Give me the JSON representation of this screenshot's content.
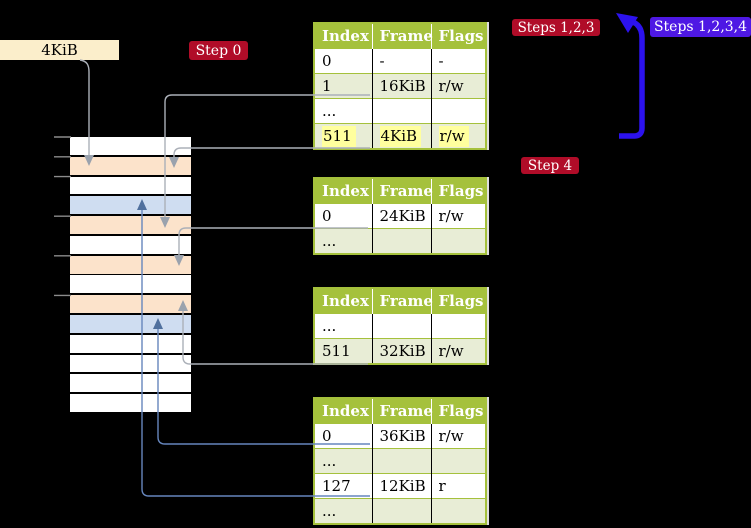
{
  "diagram": "page-table-translation",
  "background": "#000000",
  "frame_box": {
    "label": "4KiB"
  },
  "badges": {
    "step0": {
      "label": "Step 0",
      "color": "#b00c28"
    },
    "steps123": {
      "label": "Steps 1,2,3",
      "color": "#b00c28"
    },
    "steps1234": {
      "label": "Steps 1,2,3,4",
      "color": "#4e18e4"
    },
    "step4": {
      "label": "Step 4",
      "color": "#b00c28"
    }
  },
  "memory_stack": {
    "row_colors": [
      "white",
      "peach",
      "white",
      "blue",
      "peach",
      "white",
      "peach",
      "white",
      "peach",
      "blue",
      "white",
      "white",
      "white",
      "white"
    ],
    "palette": {
      "white": "#ffffff",
      "peach": "#fce3cb",
      "blue": "#cfddf1"
    }
  },
  "page_tables": [
    {
      "name": "table-top",
      "headers": [
        "Index",
        "Frame",
        "Flags"
      ],
      "rows": [
        {
          "cells": [
            "0",
            "-",
            "-"
          ]
        },
        {
          "cells": [
            "1",
            "16KiB",
            "r/w"
          ],
          "connector": "gray"
        },
        {
          "cells": [
            "...",
            "",
            ""
          ]
        },
        {
          "cells": [
            "511",
            "4KiB",
            "r/w"
          ],
          "connector": "gray",
          "highlight": true
        }
      ]
    },
    {
      "name": "table-second",
      "headers": [
        "Index",
        "Frame",
        "Flags"
      ],
      "rows": [
        {
          "cells": [
            "0",
            "24KiB",
            "r/w"
          ],
          "connector": "gray"
        },
        {
          "cells": [
            "...",
            "",
            ""
          ]
        }
      ]
    },
    {
      "name": "table-third",
      "headers": [
        "Index",
        "Frame",
        "Flags"
      ],
      "rows": [
        {
          "cells": [
            "...",
            "",
            ""
          ]
        },
        {
          "cells": [
            "511",
            "32KiB",
            "r/w"
          ],
          "connector": "gray"
        }
      ]
    },
    {
      "name": "table-bottom",
      "headers": [
        "Index",
        "Frame",
        "Flags"
      ],
      "rows": [
        {
          "cells": [
            "0",
            "36KiB",
            "r/w"
          ],
          "connector": "blue"
        },
        {
          "cells": [
            "...",
            "",
            ""
          ]
        },
        {
          "cells": [
            "127",
            "12KiB",
            "r"
          ],
          "connector": "blue"
        },
        {
          "cells": [
            "...",
            "",
            ""
          ]
        }
      ]
    }
  ],
  "colors": {
    "table_header": "#a5c13c",
    "table_shade": "#e8edd6",
    "row_highlight": "#ffff9e",
    "connector_gray": "#abb0b8",
    "connector_blue": "#6686bd",
    "big_arrow_blue": "#2c12ee",
    "badge_red": "#b00c28",
    "badge_blue": "#4e18e4"
  }
}
